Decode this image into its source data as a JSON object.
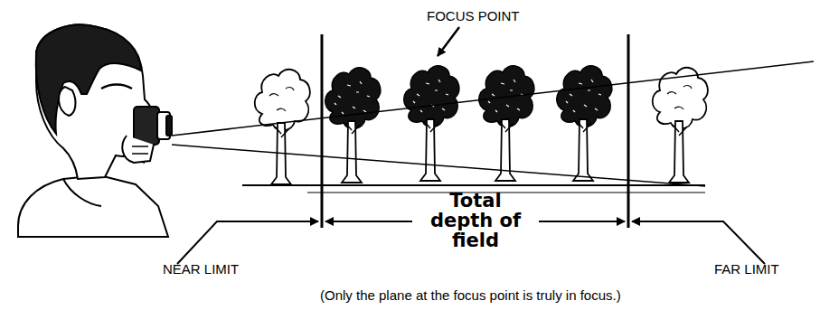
{
  "diagram": {
    "caption": "(Only the plane at the focus point is truly in focus.)",
    "labels": [
      "FOCUS POINT",
      "Total depth of field",
      "NEAR LIMIT",
      "FAR LIMIT"
    ]
  }
}
